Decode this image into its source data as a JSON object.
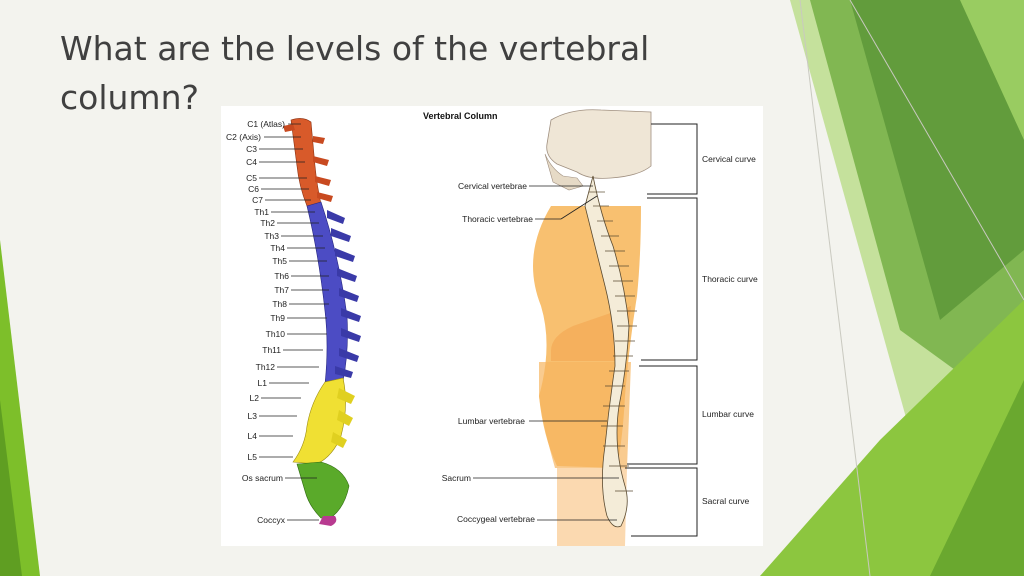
{
  "slide": {
    "title": "What are the levels of the vertebral column?"
  },
  "colors": {
    "accent_green": "#7dbf2a",
    "cervical": "#d85a2a",
    "thoracic": "#4c4cc4",
    "lumbar": "#f0e033",
    "sacrum": "#5aaa2a",
    "coccyx": "#b83a90",
    "body_tone": "#f6b560"
  },
  "figure": {
    "title": "Vertebral Column",
    "left_labels": [
      "C1 (Atlas)",
      "C2 (Axis)",
      "C3",
      "C4",
      "C5",
      "C6",
      "C7",
      "Th1",
      "Th2",
      "Th3",
      "Th4",
      "Th5",
      "Th6",
      "Th7",
      "Th8",
      "Th9",
      "Th10",
      "Th11",
      "Th12",
      "L1",
      "L2",
      "L3",
      "L4",
      "L5",
      "Os sacrum",
      "Coccyx"
    ],
    "middle_labels": {
      "cervical": "Cervical vertebrae",
      "thoracic": "Thoracic vertebrae",
      "lumbar": "Lumbar vertebrae",
      "sacrum": "Sacrum",
      "coccygeal": "Coccygeal vertebrae"
    },
    "curves": {
      "cervical": "Cervical curve",
      "thoracic": "Thoracic curve",
      "lumbar": "Lumbar curve",
      "sacral": "Sacral curve"
    }
  }
}
